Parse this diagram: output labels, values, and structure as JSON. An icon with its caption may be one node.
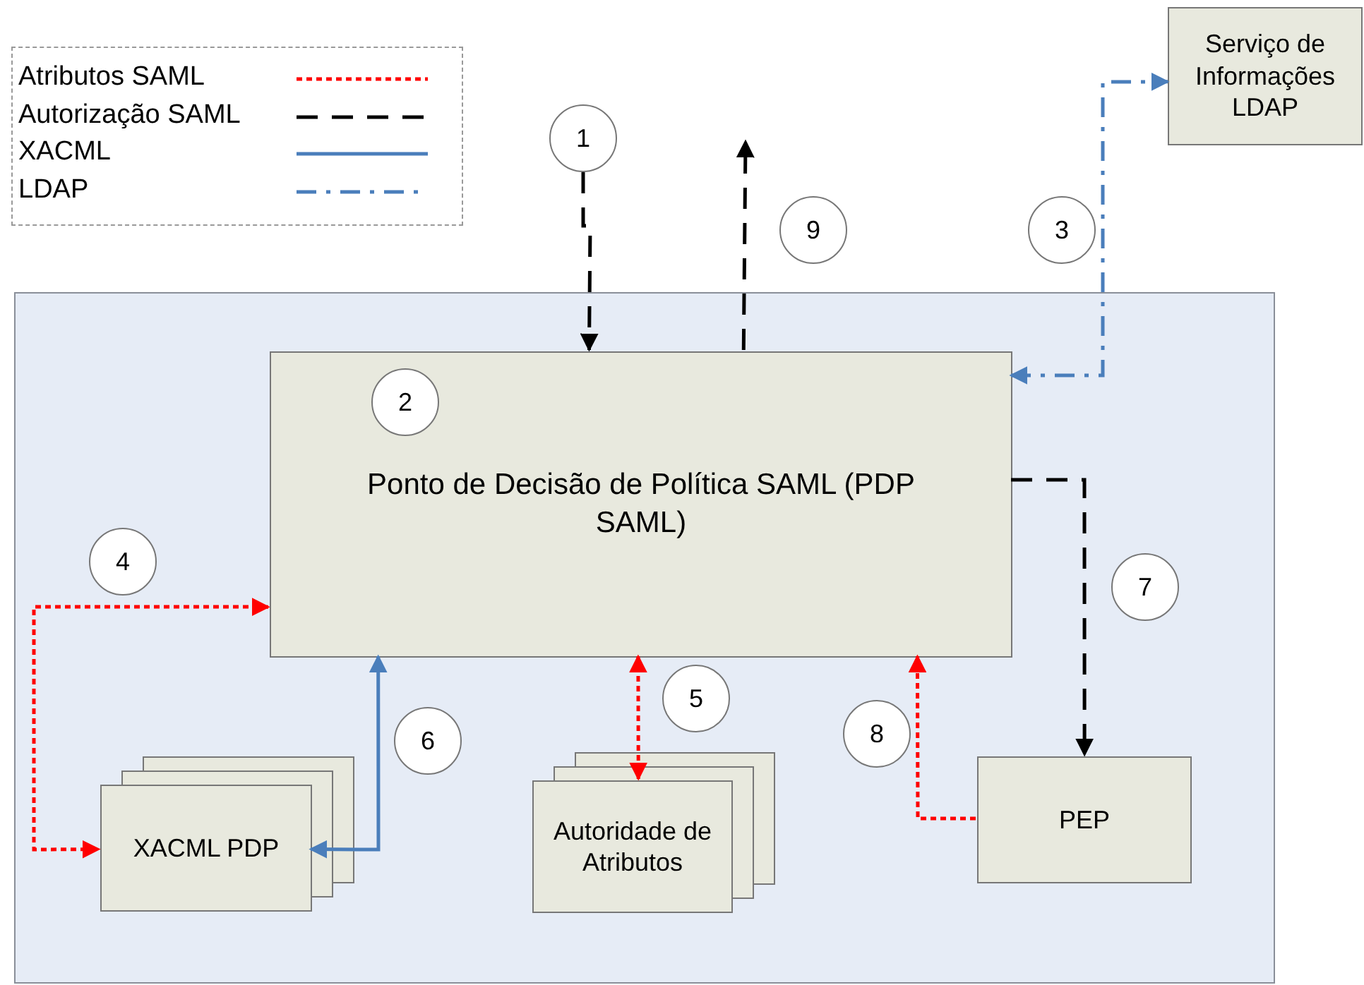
{
  "diagram": {
    "nodes": [
      {
        "text": [],
        "shape": "box"
      },
      {
        "text": [
          "Serviço de Informações LDAP"
        ]
      },
      {
        "text": [
          "1"
        ]
      },
      {
        "text": [
          "9"
        ]
      },
      {
        "text": [
          "3"
        ]
      },
      {
        "text": [
          "Ponto de Decisão de Política SAML (PDP SAML)"
        ],
        "in": 0
      },
      {
        "text": [
          "2"
        ],
        "in": 5
      },
      {
        "text": [
          "4"
        ],
        "in": 0
      },
      {
        "text": [
          "7"
        ],
        "in": 0
      },
      {
        "text": [
          "5"
        ],
        "in": 0
      },
      {
        "text": [
          "6"
        ],
        "in": 0
      },
      {
        "text": [
          "8"
        ],
        "in": 0
      },
      {
        "text": [
          "XACML PDP"
        ],
        "in": 0
      },
      {
        "text": [
          "Autoridade de Atributos"
        ],
        "in": 0
      },
      {
        "text": [
          "PEP"
        ],
        "in": 0
      }
    ],
    "edges": [
      {
        "from": 2,
        "to": 5,
        "arrow": "to",
        "style": "dashed",
        "color": "#000000"
      },
      {
        "from": 5,
        "to": null,
        "arrow": "to",
        "style": "dashed",
        "color": "#000000"
      },
      {
        "from": 5,
        "to": 1,
        "arrow": "both",
        "style": "dashed",
        "color": "#4a7ebb"
      },
      {
        "from": 5,
        "to": 12,
        "arrow": "both",
        "style": "dashed",
        "color": "#ff0000"
      },
      {
        "from": 5,
        "to": 13,
        "arrow": "both",
        "style": "dashed",
        "color": "#ff0000"
      },
      {
        "from": 12,
        "to": 5,
        "arrow": "both",
        "color": "#4a7ebb"
      },
      {
        "from": 5,
        "to": 14,
        "arrow": "to",
        "style": "dashed",
        "color": "#000000"
      },
      {
        "from": 14,
        "to": 5,
        "arrow": "to",
        "style": "dashed",
        "color": "#ff0000"
      }
    ],
    "legend": [
      {
        "text": "Atributos SAML"
      },
      {
        "text": "Autorização SAML"
      },
      {
        "text": "XACML"
      },
      {
        "text": "LDAP"
      }
    ]
  }
}
